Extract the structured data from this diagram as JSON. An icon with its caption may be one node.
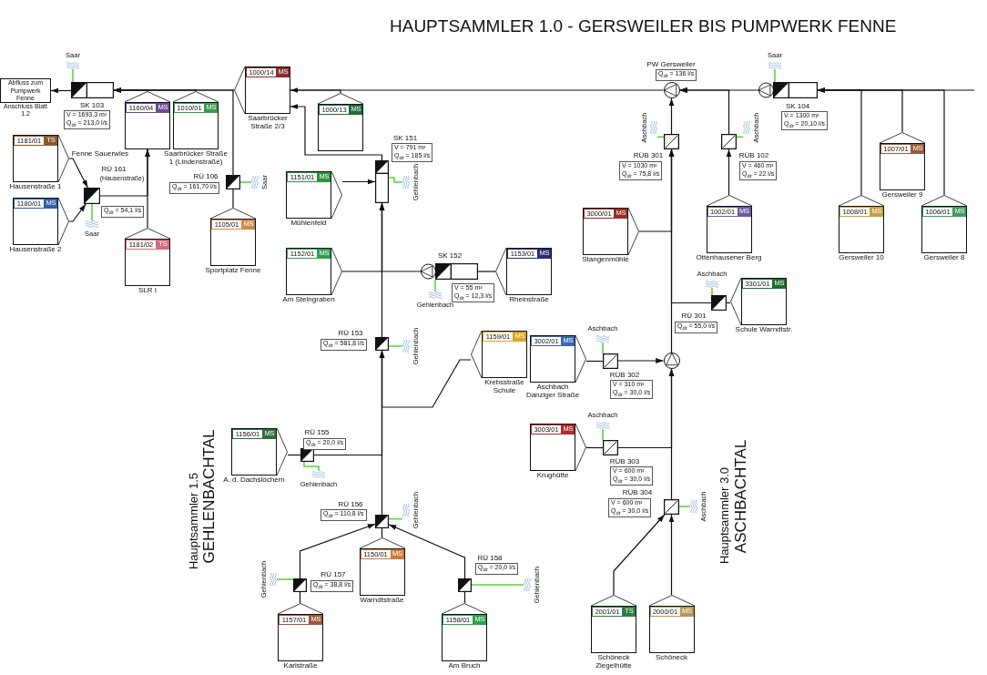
{
  "diagram": {
    "title": "HAUPTSAMMLER 1.0 - GERSWEILER BIS PUMPWERK FENNE",
    "nodes": [
      {
        "text": [
          "Abfluss zum Pumpwerk Fenne Anschluss Blatt 1.2"
        ]
      },
      {
        "text": [
          "SK 103"
        ],
        "beside": [
          "V = 1693,3 m³",
          "Q$_{dr}$ = 213,0 l/s"
        ]
      },
      {
        "text": [
          "1181/01",
          "TS"
        ],
        "beside": [
          "Hausenstraße 1"
        ]
      },
      {
        "text": [
          "1180/01",
          "MS"
        ],
        "beside": [
          "Hausenstraße 2"
        ]
      },
      {
        "text": [
          "RÜ 161"
        ],
        "beside": [
          "(Hausenstraße)",
          "Q$_{dr}$ = 54,1 l/s"
        ]
      },
      {
        "text": [
          "1160/04",
          "MS"
        ],
        "beside": [
          "Fenne Sauerwies"
        ]
      },
      {
        "text": [
          "1181/02",
          "TS"
        ],
        "beside": [
          "SLR I"
        ]
      },
      {
        "text": [
          "1010/01",
          "MS"
        ],
        "beside": [
          "Saarbrücker Straße 1 (Lindenstraße)"
        ]
      },
      {
        "text": [
          "RÜ 106"
        ],
        "beside": [
          "Q$_{dr}$ = 161,70 l/s"
        ]
      },
      {
        "text": [
          "1105/01",
          "MS"
        ],
        "beside": [
          "Sportplatz Fenne"
        ]
      },
      {
        "text": [
          "1000/14",
          "MS"
        ],
        "beside": [
          "Saarbrücker Straße 2/3"
        ]
      },
      {
        "text": [
          "1000/13",
          "MS"
        ]
      },
      {
        "text": [
          "1151/01",
          "MS"
        ],
        "beside": [
          "Mühlenfeld"
        ]
      },
      {
        "text": [
          "SK 151"
        ],
        "beside": [
          "V = 791 m³",
          "Q$_{dr}$ = 185 l/s"
        ]
      },
      {
        "text": [
          "1152/01",
          "MS"
        ],
        "beside": [
          "Am Steingraben"
        ]
      },
      {
        "text": [
          "SK 152"
        ],
        "beside": [
          "V = 55 m³",
          "Q$_{dr}$ = 12,3 l/s"
        ]
      },
      {
        "text": [
          "1153/01",
          "MS"
        ],
        "beside": [
          "Rheinstraße"
        ]
      },
      {
        "text": [
          "RÜ 153"
        ],
        "beside": [
          "Q$_{dr}$ = 581,8 l/s"
        ]
      },
      {
        "text": [
          "1159/01",
          "MS"
        ],
        "beside": [
          "Krebsstraße Schule"
        ]
      },
      {
        "text": [
          "1156/01",
          "MS"
        ],
        "beside": [
          "A. d. Dachslöchern"
        ]
      },
      {
        "text": [
          "RÜ 155"
        ],
        "beside": [
          "Q$_{dr}$ = 20,0 l/s"
        ]
      },
      {
        "text": [
          "RÜ 156"
        ],
        "beside": [
          "Q$_{dr}$ = 110,8 l/s"
        ]
      },
      {
        "text": [
          "1150/01",
          "MS"
        ],
        "beside": [
          "Warndtstraße"
        ]
      },
      {
        "text": [
          "RÜ 157"
        ],
        "beside": [
          "Q$_{dr}$ = 38,8 l/s"
        ]
      },
      {
        "text": [
          "1157/01",
          "MS"
        ],
        "beside": [
          "Karlstraße"
        ]
      },
      {
        "text": [
          "RÜ 158"
        ],
        "beside": [
          "Q$_{dr}$ = 20,0 l/s"
        ]
      },
      {
        "text": [
          "1158/01",
          "MS"
        ],
        "beside": [
          "Am Bruch"
        ]
      },
      {
        "text": [
          "PW Gersweiler"
        ],
        "beside": [
          "Q$_{dr}$ = 136 l/s"
        ]
      },
      {
        "text": [
          "SK 104"
        ],
        "beside": [
          "V = 1300 m³",
          "Q$_{dr}$ = 20,10 l/s"
        ]
      },
      {
        "text": [
          "RÜB 301"
        ],
        "beside": [
          "V = 1030 m³",
          "Q$_{dr}$ = 75,8 l/s"
        ]
      },
      {
        "text": [
          "RÜB 102"
        ],
        "beside": [
          "V = 460 m³",
          "Q$_{dr}$ = 22 l/s"
        ]
      },
      {
        "text": [
          "1002/01",
          "MS"
        ],
        "beside": [
          "Ottenhausener Berg"
        ]
      },
      {
        "text": [
          "1008/01",
          "MS"
        ],
        "beside": [
          "Gersweiler 10"
        ]
      },
      {
        "text": [
          "1007/01",
          "MS"
        ],
        "beside": [
          "Gersweiler 9"
        ]
      },
      {
        "text": [
          "1006/01",
          "MS"
        ],
        "beside": [
          "Gersweiler 8"
        ]
      },
      {
        "text": [
          "3000/01",
          "MS"
        ],
        "beside": [
          "Stangenmühle"
        ]
      },
      {
        "text": [
          "RÜ 301"
        ],
        "beside": [
          "Q$_{dr}$ = 55,0 l/s"
        ]
      },
      {
        "text": [
          "3301/01",
          "MS"
        ],
        "beside": [
          "Schule Warndtstr."
        ]
      },
      {
        "text": [],
        "shape": "circle"
      },
      {
        "text": [
          "RÜB 302"
        ],
        "beside": [
          "V = 310 m³",
          "Q$_{dr}$ = 30,0 l/s"
        ]
      },
      {
        "text": [
          "3002/01",
          "MS"
        ],
        "beside": [
          "Aschbach Danziger Straße"
        ]
      },
      {
        "text": [
          "RÜB 303"
        ],
        "beside": [
          "V = 600 m³",
          "Q$_{dr}$ = 30,0 l/s"
        ]
      },
      {
        "text": [
          "3003/01",
          "MS"
        ],
        "beside": [
          "Krughütte"
        ]
      },
      {
        "text": [
          "RÜB 304"
        ],
        "beside": [
          "V = 600 m³",
          "Q$_{dr}$ = 30,0 l/s"
        ]
      },
      {
        "text": [
          "2001/01",
          "TS"
        ],
        "beside": [
          "Schöneck Ziegelhütte"
        ]
      },
      {
        "text": [
          "2000/01",
          "MS"
        ],
        "beside": [
          "Schöneck"
        ]
      },
      {
        "text": [
          "Saar"
        ]
      },
      {
        "text": [
          "Saar"
        ]
      },
      {
        "text": [
          "Saar"
        ]
      },
      {
        "text": [
          "Saar"
        ]
      },
      {
        "text": [
          "Gehlenbach"
        ]
      },
      {
        "text": [
          "Gehlenbach"
        ]
      },
      {
        "text": [
          "Gehlenbach"
        ]
      },
      {
        "text": [
          "Gehlenbach"
        ]
      },
      {
        "text": [
          "Gehlenbach"
        ]
      },
      {
        "text": [
          "Gehlenbach"
        ]
      },
      {
        "text": [
          "Gehlenbach"
        ]
      },
      {
        "text": [
          "Aschbach"
        ]
      },
      {
        "text": [
          "Aschbach"
        ]
      },
      {
        "text": [
          "Aschbach"
        ]
      },
      {
        "text": [
          "Aschbach"
        ]
      },
      {
        "text": [
          "Aschbach"
        ]
      },
      {
        "text": [
          "Aschbach"
        ]
      }
    ],
    "edges": [
      {
        "from": null,
        "to": 28,
        "arrow": "to"
      },
      {
        "from": 34,
        "to": 28,
        "arrow": "to"
      },
      {
        "from": 33,
        "to": 28,
        "arrow": "to"
      },
      {
        "from": 32,
        "to": 28,
        "arrow": "to"
      },
      {
        "from": 28,
        "to": 27,
        "arrow": "to"
      },
      {
        "from": 31,
        "to": 30,
        "arrow": "to"
      },
      {
        "from": 30,
        "to": 27,
        "arrow": "to"
      },
      {
        "from": 29,
        "to": 27,
        "arrow": "to"
      },
      {
        "from": 35,
        "to": 29,
        "arrow": "to"
      },
      {
        "from": 36,
        "to": 29,
        "arrow": "to"
      },
      {
        "from": 38,
        "to": 29,
        "arrow": "to"
      },
      {
        "from": 37,
        "to": 36,
        "arrow": "none"
      },
      {
        "from": 39,
        "to": 38,
        "arrow": "to"
      },
      {
        "from": 40,
        "to": 39,
        "arrow": "none"
      },
      {
        "from": 41,
        "to": 38,
        "arrow": "to"
      },
      {
        "from": 42,
        "to": 41,
        "arrow": "none"
      },
      {
        "from": 43,
        "to": 38,
        "arrow": "to"
      },
      {
        "from": 44,
        "to": 43,
        "arrow": "to"
      },
      {
        "from": 45,
        "to": 43,
        "arrow": "to"
      },
      {
        "from": 27,
        "to": 10,
        "arrow": "to"
      },
      {
        "from": 11,
        "to": 10,
        "arrow": "none"
      },
      {
        "from": 13,
        "to": 10,
        "arrow": "to"
      },
      {
        "from": 10,
        "to": 1,
        "arrow": "to"
      },
      {
        "from": 7,
        "to": 1,
        "arrow": "to"
      },
      {
        "from": 5,
        "to": 1,
        "arrow": "to"
      },
      {
        "from": 8,
        "to": 1,
        "arrow": "to"
      },
      {
        "from": 9,
        "to": 8,
        "arrow": "none"
      },
      {
        "from": 6,
        "to": 5,
        "arrow": "to"
      },
      {
        "from": 4,
        "to": 5,
        "arrow": "to"
      },
      {
        "from": 2,
        "to": 4,
        "arrow": "to"
      },
      {
        "from": 3,
        "to": 4,
        "arrow": "to"
      },
      {
        "from": 1,
        "to": 0,
        "arrow": "to"
      },
      {
        "from": 12,
        "to": 13,
        "arrow": "to"
      },
      {
        "from": 14,
        "to": 13,
        "arrow": "to"
      },
      {
        "from": 15,
        "to": 13,
        "arrow": "to"
      },
      {
        "from": 16,
        "to": 15,
        "arrow": "none"
      },
      {
        "from": 17,
        "to": 13,
        "arrow": "to"
      },
      {
        "from": 18,
        "to": 17,
        "arrow": "to"
      },
      {
        "from": 20,
        "to": 17,
        "arrow": "to"
      },
      {
        "from": 19,
        "to": 20,
        "arrow": "none"
      },
      {
        "from": 21,
        "to": 17,
        "arrow": "to"
      },
      {
        "from": 22,
        "to": 21,
        "arrow": "none"
      },
      {
        "from": 23,
        "to": 21,
        "arrow": "to"
      },
      {
        "from": 25,
        "to": 21,
        "arrow": "to"
      },
      {
        "from": 24,
        "to": 23,
        "arrow": "none"
      },
      {
        "from": 26,
        "to": 25,
        "arrow": "none"
      },
      {
        "from": 1,
        "to": 46,
        "arrow": "none",
        "color": "#5fd23c"
      },
      {
        "from": 4,
        "to": 47,
        "arrow": "none",
        "color": "#5fd23c"
      },
      {
        "from": 8,
        "to": 48,
        "arrow": "none",
        "color": "#5fd23c"
      },
      {
        "from": 28,
        "to": 49,
        "arrow": "none",
        "color": "#5fd23c"
      },
      {
        "from": 13,
        "to": 50,
        "arrow": "none",
        "color": "#5fd23c"
      },
      {
        "from": 15,
        "to": 51,
        "arrow": "none",
        "color": "#5fd23c"
      },
      {
        "from": 17,
        "to": 52,
        "arrow": "none",
        "color": "#5fd23c"
      },
      {
        "from": 20,
        "to": 53,
        "arrow": "none",
        "color": "#5fd23c"
      },
      {
        "from": 21,
        "to": 54,
        "arrow": "none",
        "color": "#5fd23c"
      },
      {
        "from": 23,
        "to": 55,
        "arrow": "none",
        "color": "#5fd23c"
      },
      {
        "from": 25,
        "to": 56,
        "arrow": "none",
        "color": "#5fd23c"
      },
      {
        "from": 29,
        "to": 57,
        "arrow": "none",
        "color": "#5fd23c"
      },
      {
        "from": 30,
        "to": 58,
        "arrow": "none",
        "color": "#5fd23c"
      },
      {
        "from": 36,
        "to": 59,
        "arrow": "none",
        "color": "#5fd23c"
      },
      {
        "from": 39,
        "to": 60,
        "arrow": "none",
        "color": "#5fd23c"
      },
      {
        "from": 41,
        "to": 61,
        "arrow": "none",
        "color": "#5fd23c"
      },
      {
        "from": 43,
        "to": 62,
        "arrow": "none",
        "color": "#5fd23c"
      }
    ],
    "labels": [
      "Hauptsammler 1.5",
      "GEHLENBACHTAL",
      "Hauptsammler 3.0",
      "ASCHBACHTAL"
    ]
  }
}
